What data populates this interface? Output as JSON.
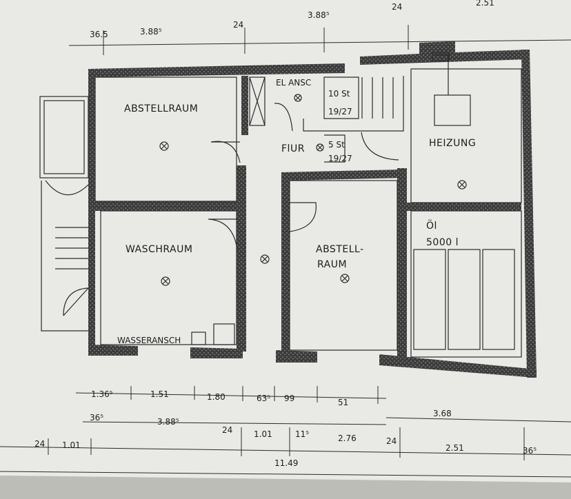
{
  "rooms": {
    "abstellraum_left": "ABSTELLRAUM",
    "waschraum": "WASCHRAUM",
    "flur": "FlUR",
    "abstell_mid_line1": "ABSTELL-",
    "abstell_mid_line2": "RAUM",
    "heizung": "HEIZUNG",
    "oel_line1": "Öl",
    "oel_line2": "5000 l"
  },
  "annotations": {
    "el_anschluss": "EL ANSC",
    "wasseranschluss": "WASSERANSCH",
    "stair_top_line1": "10 St",
    "stair_top_line2": "19/27",
    "stair_bottom_line1": "5 St",
    "stair_bottom_line2": "19/27"
  },
  "dimensions": {
    "top": [
      "36.5",
      "3.88⁵",
      "24",
      "3.88⁵",
      "24",
      "2.51"
    ],
    "bottom_row1": [
      "1.36⁵",
      "1.51",
      "1.80",
      "63⁵",
      "99",
      "51"
    ],
    "right_row": "3.68",
    "bottom_row2": [
      "36⁵",
      "3.88⁵"
    ],
    "bottom_row3": [
      "24",
      "1.01",
      "24",
      "1.01",
      "11⁵",
      "2.76",
      "24",
      "2.51",
      "36⁵"
    ],
    "total": "11.49"
  },
  "colors": {
    "paper": "#e9e9e5",
    "wall": "#3a3a3a",
    "ink": "#1c1c1c"
  }
}
